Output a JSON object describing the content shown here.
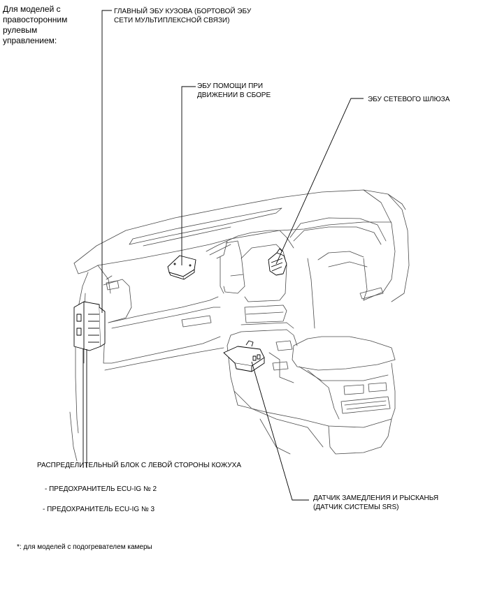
{
  "header_note": "Для моделей с правосторонним рулевым управлением:",
  "labels": {
    "main_body_ecu": "ГЛАВНЫЙ ЭБУ КУЗОВА (БОРТОВОЙ ЭБУ СЕТИ МУЛЬТИПЛЕКСНОЙ СВЯЗИ)",
    "driving_support_ecu": "ЭБУ ПОМОЩИ ПРИ ДВИЖЕНИИ В СБОРЕ",
    "network_gateway_ecu": "ЭБУ СЕТЕВОГО ШЛЮЗА",
    "junction_block": "РАСПРЕДЕЛИТЕЛЬНЫЙ БЛОК С ЛЕВОЙ СТОРОНЫ КОЖУХА",
    "fuse_ecu_ig_2": "- ПРЕДОХРАНИТЕЛЬ ECU-IG № 2",
    "fuse_ecu_ig_3": "- ПРЕДОХРАНИТЕЛЬ ECU-IG № 3",
    "yaw_rate_sensor": "ДАТЧИК ЗАМЕДЛЕНИЯ И РЫСКАНЬЯ (ДАТЧИК СИСТЕМЫ SRS)"
  },
  "footnote": "*: для моделей с подогревателем камеры",
  "colors": {
    "line": "#000000",
    "drawing": "#4a4a4a",
    "background": "#ffffff"
  }
}
